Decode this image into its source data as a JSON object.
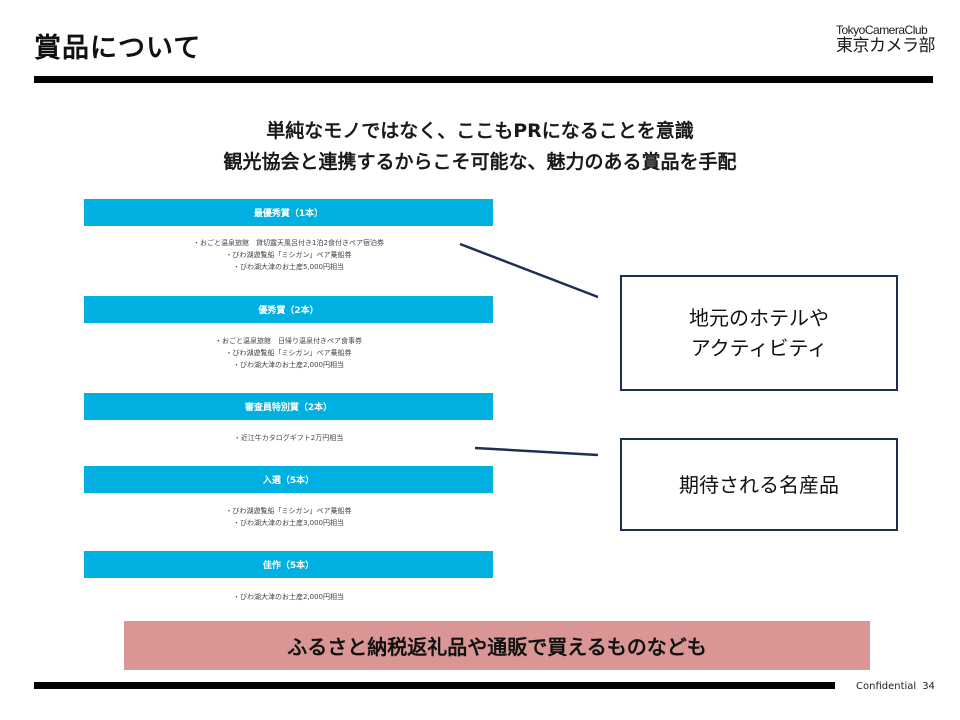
{
  "slide": {
    "title": "賞品について",
    "logo": {
      "en": "TokyoCameraClub",
      "jp": "東京カメラ部"
    },
    "headline": {
      "line1": "単純なモノではなく、ここもPRになることを意識",
      "line2": "観光協会と連携するからこそ可能な、魅力のある賞品を手配"
    },
    "prizes": [
      {
        "label": "最優秀賞（1本）",
        "items": [
          "・おごと温泉旅館　貸切露天風呂付き1泊2食付きペア宿泊券",
          "・びわ湖遊覧船「ミシガン」ペア乗船券",
          "・びわ湖大津のお土産5,000円相当"
        ]
      },
      {
        "label": "優秀賞（2本）",
        "items": [
          "・おごと温泉旅館　日帰り温泉付きペア食事券",
          "・びわ湖遊覧船「ミシガン」ペア乗船券",
          "・びわ湖大津のお土産2,000円相当"
        ]
      },
      {
        "label": "審査員特別賞（2本）",
        "items": [
          "・近江牛カタログギフト2万円相当"
        ]
      },
      {
        "label": "入選（5本）",
        "items": [
          "・びわ湖遊覧船「ミシガン」ペア乗船券",
          "・びわ湖大津のお土産3,000円相当"
        ]
      },
      {
        "label": "佳作（5本）",
        "items": [
          "・びわ湖大津のお土産2,000円相当"
        ]
      }
    ],
    "callouts": {
      "hotels": {
        "line1": "地元のホテルや",
        "line2": "アクティビティ"
      },
      "products": "期待される名産品"
    },
    "banner": "ふるさと納税返礼品や通販で買えるものなども",
    "footer": {
      "confidential": "Confidential",
      "page": "34"
    },
    "colors": {
      "prize_bar": "#00b0e0",
      "banner": "#d99694",
      "callout_border": "#1e2f55"
    }
  }
}
